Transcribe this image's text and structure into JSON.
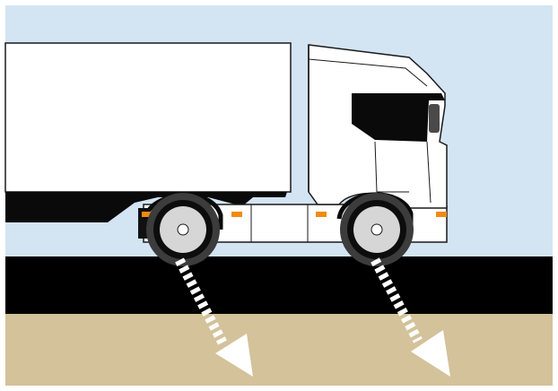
{
  "scene": {
    "subject": "truck-tractor-with-trailer",
    "wheels": [
      "rear-drive-wheel",
      "front-steer-wheel"
    ],
    "arrows": [
      "load-arrow-rear",
      "load-arrow-front"
    ],
    "colors": {
      "sky": "#d3e4f3",
      "road": "#000000",
      "ground": "#d3c29a",
      "truck_body": "#ffffff",
      "outline": "#1a1a1a",
      "tyre": "#3c3c3c",
      "rim": "#d6d6d6",
      "marker_lights": "#f08a12",
      "arrow": "#ffffff"
    }
  }
}
